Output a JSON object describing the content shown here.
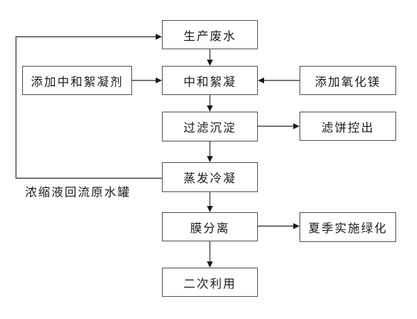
{
  "diagram": {
    "background_color": "#ffffff",
    "line_color": "#454545",
    "text_color": "#1c1c1c",
    "nodes": [
      {
        "id": "production-wastewater",
        "label": "生产废水"
      },
      {
        "id": "add-neutralizing-flocculant",
        "label": "添加中和絮凝剂"
      },
      {
        "id": "neutralization-flocculation",
        "label": "中和絮凝"
      },
      {
        "id": "add-magnesium-oxide",
        "label": "添加氧化镁"
      },
      {
        "id": "filtration-sedimentation",
        "label": "过滤沉淀"
      },
      {
        "id": "filter-cake-removal",
        "label": "滤饼控出"
      },
      {
        "id": "evaporation-condensation",
        "label": "蒸发冷凝"
      },
      {
        "id": "membrane-separation",
        "label": "膜分离"
      },
      {
        "id": "summer-greening",
        "label": "夏季实施绿化"
      },
      {
        "id": "secondary-use",
        "label": "二次利用"
      }
    ],
    "edge_labels": [
      {
        "id": "concentrate-return",
        "label": "浓缩液回流原水罐"
      }
    ],
    "edges": [
      {
        "from": "production-wastewater",
        "to": "neutralization-flocculation"
      },
      {
        "from": "add-neutralizing-flocculant",
        "to": "neutralization-flocculation"
      },
      {
        "from": "add-magnesium-oxide",
        "to": "neutralization-flocculation"
      },
      {
        "from": "neutralization-flocculation",
        "to": "filtration-sedimentation"
      },
      {
        "from": "filtration-sedimentation",
        "to": "filter-cake-removal"
      },
      {
        "from": "filtration-sedimentation",
        "to": "evaporation-condensation"
      },
      {
        "from": "evaporation-condensation",
        "to": "production-wastewater",
        "label": "浓缩液回流原水罐"
      },
      {
        "from": "evaporation-condensation",
        "to": "membrane-separation"
      },
      {
        "from": "membrane-separation",
        "to": "summer-greening"
      },
      {
        "from": "membrane-separation",
        "to": "secondary-use"
      }
    ]
  }
}
